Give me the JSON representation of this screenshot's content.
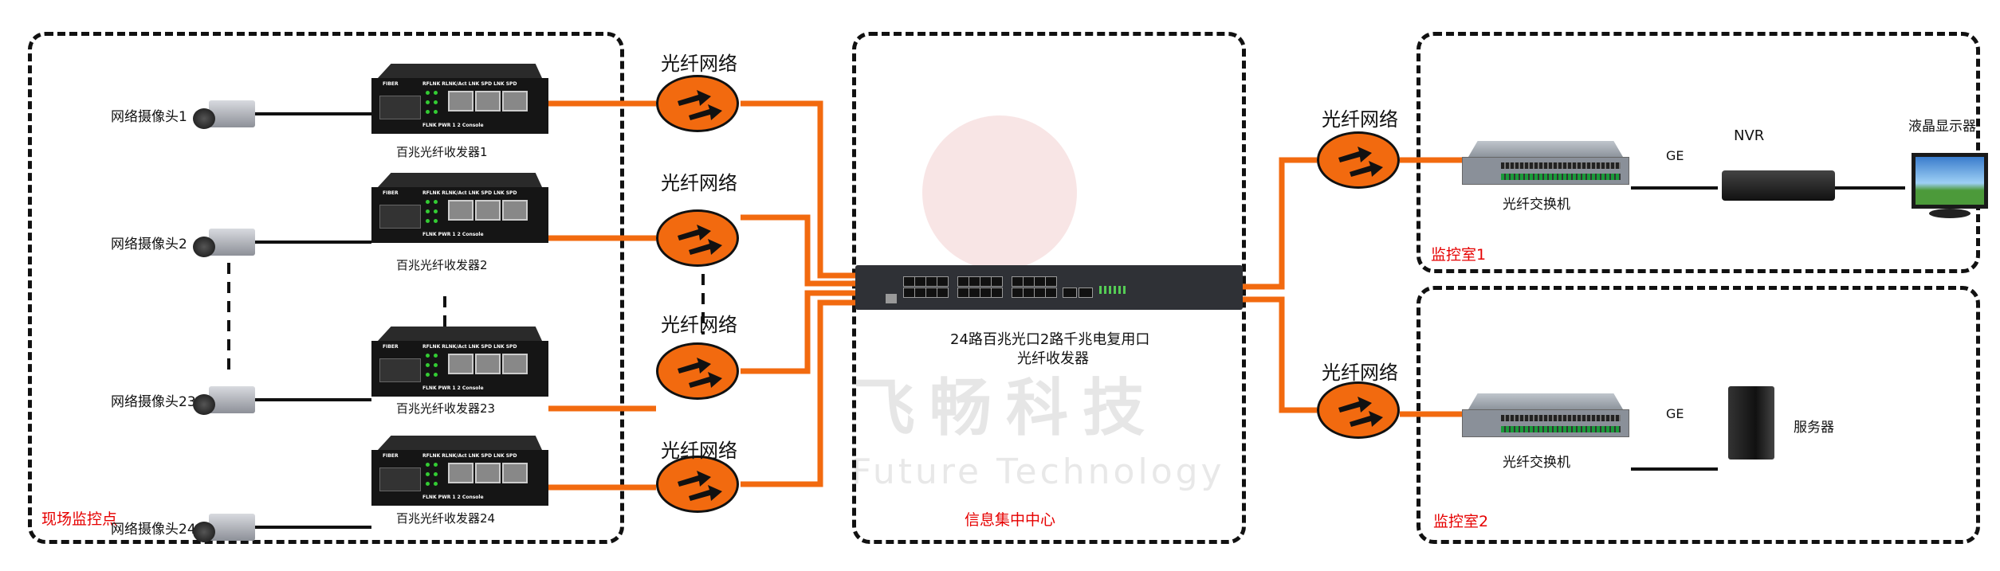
{
  "zones": {
    "site": "现场监控点",
    "center": "信息集中中心",
    "room1": "监控室1",
    "room2": "监控室2"
  },
  "cameras": [
    "网络摄像头1",
    "网络摄像头2",
    "网络摄像头23",
    "网络摄像头24"
  ],
  "transceivers": [
    "百兆光纤收发器1",
    "百兆光纤收发器2",
    "百兆光纤收发器23",
    "百兆光纤收发器24"
  ],
  "transceiver_panel": {
    "fiber": "FIBER",
    "labels": "RFLNK RLNK/Act LNK SPD LNK SPD",
    "bottom": "FLNK PWR   1   2   Console"
  },
  "fiber_network": "光纤网络",
  "center_device": {
    "line1": "24路百兆光口2路千兆电复用口",
    "line2": "光纤收发器"
  },
  "room1": {
    "switch": "光纤交换机",
    "link": "GE",
    "nvr": "NVR",
    "monitor": "液晶显示器"
  },
  "room2": {
    "switch": "光纤交换机",
    "link": "GE",
    "server": "服务器"
  },
  "watermark": {
    "cn": "飞畅科技",
    "en": "Future Technology"
  },
  "colors": {
    "fiber": "#f26a0f",
    "zone_label": "#e60000",
    "watermark": "#e8a0a0"
  }
}
